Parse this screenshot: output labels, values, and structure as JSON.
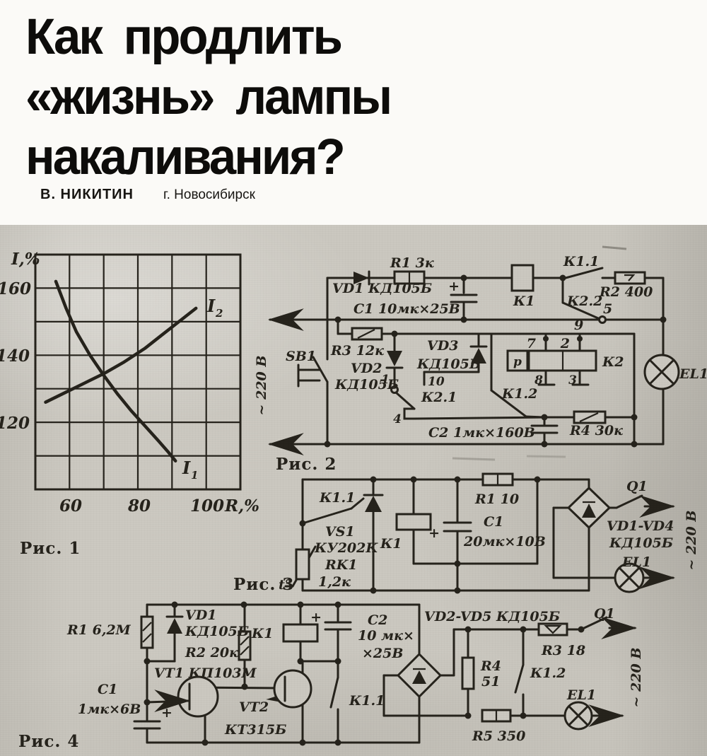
{
  "header": {
    "title_lines": [
      "Как продлить",
      "«жизнь» лампы",
      "накаливания?"
    ],
    "author": "В. НИКИТИН",
    "city": "г. Новосибирск"
  },
  "chart_data": {
    "type": "line",
    "title": "Рис. 1",
    "xlabel": "R,%",
    "ylabel": "I,%",
    "xlim": [
      50,
      110
    ],
    "ylim": [
      100,
      170
    ],
    "xticks": [
      60,
      80,
      100
    ],
    "yticks": [
      120,
      140,
      160
    ],
    "grid": true,
    "grid_step": 10,
    "legend_position": "inline-labels",
    "series": [
      {
        "name": "I1",
        "label": "I1",
        "x": [
          56,
          59,
          62,
          66,
          70,
          74,
          78,
          82,
          86,
          89,
          91
        ],
        "y": [
          162,
          154,
          147,
          140,
          134,
          128.5,
          123.5,
          119,
          114.5,
          111,
          108.5
        ]
      },
      {
        "name": "I2",
        "label": "I2",
        "x": [
          53,
          58,
          64,
          70,
          76,
          82,
          87,
          92,
          97
        ],
        "y": [
          126,
          128.5,
          131.5,
          134.5,
          138,
          142,
          146,
          150,
          154
        ]
      }
    ]
  },
  "fig1": {
    "caption": "Рис. 1",
    "ylabel": "I,%",
    "xlabel": "R,%",
    "ytick_labels": [
      "160",
      "140",
      "120"
    ],
    "xtick_labels": [
      "60",
      "80",
      "100"
    ],
    "c1_main": "I",
    "c1_sub": "1",
    "c2_main": "I",
    "c2_sub": "2"
  },
  "fig2": {
    "caption": "Рис. 2",
    "labels": {
      "vd1": "VD1 КД105Б",
      "r1": "R1 3к",
      "c1": "C1 10мк×25В",
      "plus": "+",
      "k1": "К1",
      "k11": "К1.1",
      "r2": "R2 400",
      "k22": "К2.2",
      "p5": "5",
      "p9": "9",
      "p7": "7",
      "p2": "2",
      "p8": "8",
      "p3": "3",
      "pr": "р",
      "k2": "К2",
      "sb1": "SB1",
      "r3": "R3 12к",
      "vd2": "VD2",
      "vd2t": "КД105Б",
      "vd3": "VD3",
      "vd3t": "КД105Б",
      "p1": "1",
      "p10": "10",
      "p4": "4",
      "k21": "К2.1",
      "k12": "К1.2",
      "r4": "R4 30к",
      "c2": "C2 1мк×160В",
      "el1": "EL1",
      "v220": "~ 220 В"
    }
  },
  "fig3": {
    "caption": "Рис. 3",
    "labels": {
      "k11": "К1.1",
      "vs1": "VS1",
      "vs1t": "КУ202К",
      "rk1": "RK1",
      "rk1v": "1,2к",
      "t": "t°",
      "k1": "К1",
      "r1": "R1 10",
      "c1": "C1",
      "c1v": "20мк×10В",
      "plus": "+",
      "q1": "Q1",
      "vd": "VD1-VD4",
      "vdt": "КД105Б",
      "el1": "EL1",
      "v220": "~ 220 В"
    }
  },
  "fig4": {
    "caption": "Рис. 4",
    "labels": {
      "r1": "R1 6,2М",
      "vd1": "VD1",
      "vd1t": "КД105Б",
      "r2": "R2 20к",
      "vt1": "VT1 КП103М",
      "c1": "C1",
      "c1v": "1мк×6В",
      "plus": "+",
      "k1": "К1",
      "vt2": "VT2",
      "vt2t": "КТ315Б",
      "c2": "C2",
      "c2v1": "10 мк×",
      "c2v2": "×25В",
      "k11": "К1.1",
      "vd25": "VD2-VD5 КД105Б",
      "r3": "R3 18",
      "q1": "Q1",
      "r4": "R4",
      "r4v": "51",
      "k12": "К1.2",
      "r5": "R5 350",
      "el1": "EL1",
      "v220": "~ 220 В"
    }
  }
}
